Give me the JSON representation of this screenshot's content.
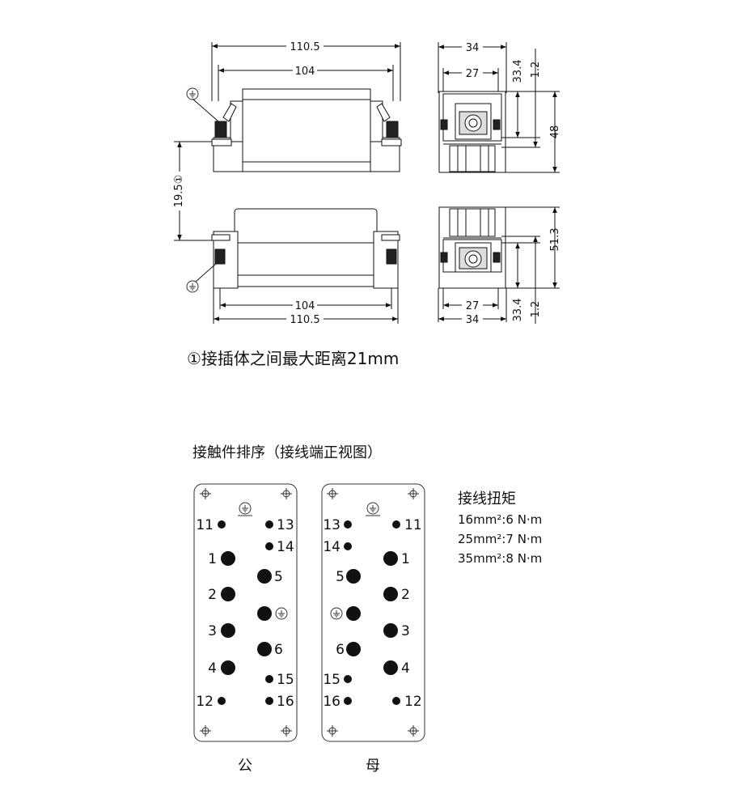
{
  "dimensions": {
    "top_overall_width": "110.5",
    "top_inner_width": "104",
    "bottom_inner_width": "104",
    "bottom_overall_width": "110.5",
    "side_top_width": "34",
    "side_top_inner": "27",
    "side_top_depth": "33.4",
    "side_top_offset": "1.2",
    "side_top_height": "48",
    "gap_height": "19.5①",
    "side_bottom_width": "34",
    "side_bottom_inner": "27",
    "side_bottom_depth": "33.4",
    "side_bottom_offset": "1.2",
    "side_bottom_height": "51.3"
  },
  "note": "①接插体之间最大距离21mm",
  "contact_title": "接触件排序（接线端正视图）",
  "torque": {
    "title": "接线扭矩",
    "rows": [
      "16mm²:6 N·m",
      "25mm²:7 N·m",
      "35mm²:8 N·m"
    ]
  },
  "male": {
    "caption": "公",
    "labels": [
      "11",
      "13",
      "14",
      "1",
      "5",
      "2",
      "3",
      "6",
      "4",
      "15",
      "12",
      "16"
    ]
  },
  "female": {
    "caption": "母",
    "labels": [
      "13",
      "11",
      "14",
      "1",
      "5",
      "2",
      "3",
      "6",
      "4",
      "15",
      "16",
      "12"
    ]
  },
  "icons": {
    "ground": "ground-icon",
    "crosshair": "mounting-hole-icon"
  }
}
